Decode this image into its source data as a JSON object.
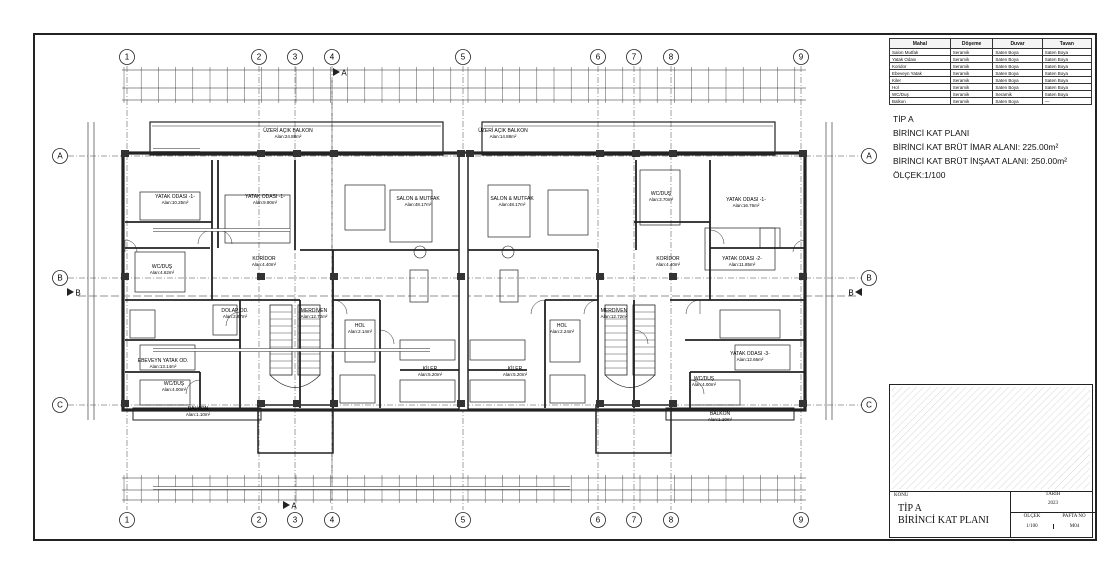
{
  "legend": {
    "headers": [
      "Mahal",
      "Döşeme",
      "Duvar",
      "Tavan"
    ],
    "rows": [
      [
        "Salon Mutfak",
        "Seramik",
        "Saten Boya",
        "Saten Boya"
      ],
      [
        "Yatak Odası",
        "Seramik",
        "Saten Boya",
        "Saten Boya"
      ],
      [
        "Koridor",
        "Seramik",
        "Saten Boya",
        "Saten Boya"
      ],
      [
        "Ebeveyn Yatak",
        "Seramik",
        "Saten Boya",
        "Saten Boya"
      ],
      [
        "Kiler",
        "Seramik",
        "Saten Boya",
        "Saten Boya"
      ],
      [
        "Hol",
        "Seramik",
        "Saten Boya",
        "Saten Boya"
      ],
      [
        "WC/Duş",
        "Seramik",
        "Seramik",
        "Saten Boya"
      ],
      [
        "Balkon",
        "Seramik",
        "Saten Boya",
        "—"
      ]
    ]
  },
  "notes": {
    "line1": "TİP A",
    "line2": "BİRİNCİ KAT PLANI",
    "line3": "BİRİNCİ KAT BRÜT İMAR ALANI: 225.00m²",
    "line4": "BİRİNCİ KAT BRÜT İNŞAAT ALANI: 250.00m²",
    "line5": "ÖLÇEK:1/100"
  },
  "titleblock": {
    "konu_label": "KONU",
    "title1": "TİP A",
    "title2": "BİRİNCİ KAT PLANI",
    "tarih_label": "TARİH",
    "tarih_value": "2023",
    "olcek_label": "ÖLÇEK",
    "olcek_value": "1/100",
    "pafta_label": "PAFTA NO",
    "pafta_value": "M04"
  },
  "grid": {
    "columns": [
      "1",
      "2",
      "3",
      "4",
      "5",
      "6",
      "7",
      "8",
      "9"
    ],
    "rows": [
      "A",
      "B",
      "C"
    ],
    "section_marks": [
      "A",
      "B"
    ]
  },
  "rooms": [
    {
      "name": "ÜZERİ AÇIK BALKON",
      "area": "Alan:24.88m²"
    },
    {
      "name": "YATAK ODASI -1-",
      "area": "Alan:10.25m²"
    },
    {
      "name": "YATAK ODASI -1-",
      "area": "Alan:9.90m²"
    },
    {
      "name": "SALON & MUTFAK",
      "area": "Alan:48.17m²"
    },
    {
      "name": "WC/DUŞ",
      "area": "Alan:4.62m²"
    },
    {
      "name": "KORİDOR",
      "area": "Alan:4.40m²"
    },
    {
      "name": "DOLAP OD.",
      "area": "Alan:2.87m²"
    },
    {
      "name": "MERDİVEN",
      "area": "Alan:12.72m²"
    },
    {
      "name": "HOL",
      "area": "Alan:2.14m²"
    },
    {
      "name": "EBEVEYN YATAK OD.",
      "area": "Alan:13.14m²"
    },
    {
      "name": "WC/DUŞ",
      "area": "Alan:4.00m²"
    },
    {
      "name": "KİLER",
      "area": "Alan:5.20m²"
    },
    {
      "name": "BALKON",
      "area": "Alan:1.10m²"
    },
    {
      "name": "ÜZERİ AÇIK BALKON",
      "area": "Alan:14.88m²"
    },
    {
      "name": "SALON & MUTFAK",
      "area": "Alan:48.17m²"
    },
    {
      "name": "KİLER",
      "area": "Alan:5.20m²"
    },
    {
      "name": "HOL",
      "area": "Alan:2.24m²"
    },
    {
      "name": "MERDİVEN",
      "area": "Alan:12.72m²"
    },
    {
      "name": "WC/DUŞ",
      "area": "Alan:3.70m²"
    },
    {
      "name": "YATAK ODASI -1-",
      "area": "Alan:16.76m²"
    },
    {
      "name": "KORİDOR",
      "area": "Alan:4.40m²"
    },
    {
      "name": "YATAK ODASI -2-",
      "area": "Alan:11.85m²"
    },
    {
      "name": "YATAK ODASI -3-",
      "area": "Alan:12.66m²"
    },
    {
      "name": "WC/DUŞ",
      "area": "Alan:4.00m²"
    },
    {
      "name": "BALKON",
      "area": "Alan:1.10m²"
    }
  ],
  "colors": {
    "line": "#222222",
    "fill_dark": "#333333",
    "hatch": "#888888"
  }
}
